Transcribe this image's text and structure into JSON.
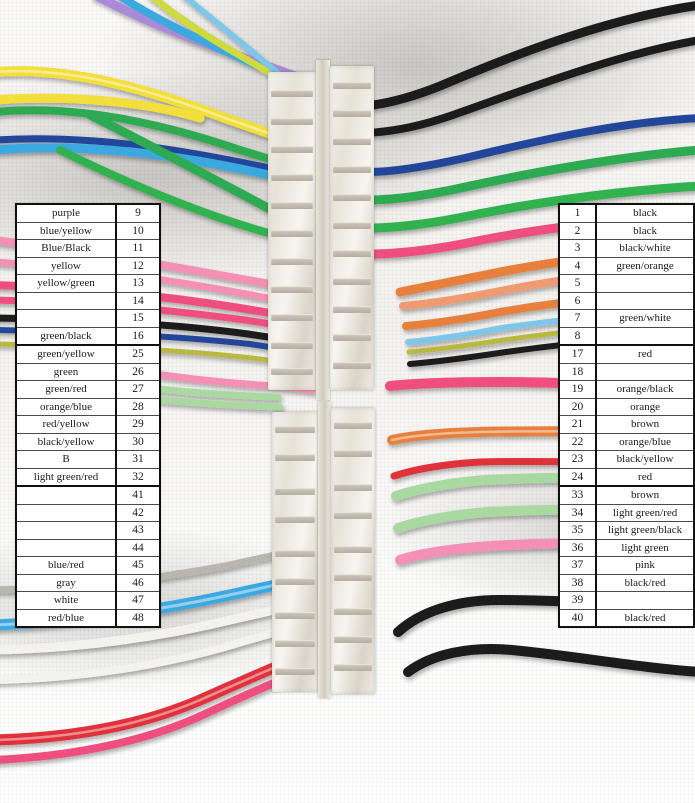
{
  "image": {
    "kind": "automotive-wiring-harness-photo",
    "description": "Photograph of two white multi-pin connector blocks with colored wires, overlaid with two pin-assignment tables"
  },
  "left_table": {
    "name": "left-pin-table",
    "rows": [
      {
        "name": "purple",
        "num": "9",
        "group_end": false
      },
      {
        "name": "blue/yellow",
        "num": "10",
        "group_end": false
      },
      {
        "name": "Blue/Black",
        "num": "11",
        "group_end": false
      },
      {
        "name": "yellow",
        "num": "12",
        "group_end": false
      },
      {
        "name": "yellow/green",
        "num": "13",
        "group_end": false
      },
      {
        "name": "",
        "num": "14",
        "group_end": false
      },
      {
        "name": "",
        "num": "15",
        "group_end": false
      },
      {
        "name": "green/black",
        "num": "16",
        "group_end": true
      },
      {
        "name": "green/yellow",
        "num": "25",
        "group_end": false
      },
      {
        "name": "green",
        "num": "26",
        "group_end": false
      },
      {
        "name": "green/red",
        "num": "27",
        "group_end": false
      },
      {
        "name": "orange/blue",
        "num": "28",
        "group_end": false
      },
      {
        "name": "red/yellow",
        "num": "29",
        "group_end": false
      },
      {
        "name": "black/yellow",
        "num": "30",
        "group_end": false
      },
      {
        "name": "B",
        "num": "31",
        "group_end": false
      },
      {
        "name": "light green/red",
        "num": "32",
        "group_end": true
      },
      {
        "name": "",
        "num": "41",
        "group_end": false
      },
      {
        "name": "",
        "num": "42",
        "group_end": false
      },
      {
        "name": "",
        "num": "43",
        "group_end": false
      },
      {
        "name": "",
        "num": "44",
        "group_end": false
      },
      {
        "name": "blue/red",
        "num": "45",
        "group_end": false
      },
      {
        "name": "gray",
        "num": "46",
        "group_end": false
      },
      {
        "name": "white",
        "num": "47",
        "group_end": false
      },
      {
        "name": "red/blue",
        "num": "48",
        "group_end": false
      }
    ]
  },
  "right_table": {
    "name": "right-pin-table",
    "rows": [
      {
        "num": "1",
        "name": "black",
        "group_end": false
      },
      {
        "num": "2",
        "name": "black",
        "group_end": false
      },
      {
        "num": "3",
        "name": "black/white",
        "group_end": false
      },
      {
        "num": "4",
        "name": "green/orange",
        "group_end": false
      },
      {
        "num": "5",
        "name": "",
        "group_end": false
      },
      {
        "num": "6",
        "name": "",
        "group_end": false
      },
      {
        "num": "7",
        "name": "green/white",
        "group_end": false
      },
      {
        "num": "8",
        "name": "",
        "group_end": true
      },
      {
        "num": "17",
        "name": "red",
        "group_end": false
      },
      {
        "num": "18",
        "name": "",
        "group_end": false
      },
      {
        "num": "19",
        "name": "orange/black",
        "group_end": false
      },
      {
        "num": "20",
        "name": "orange",
        "group_end": false
      },
      {
        "num": "21",
        "name": "brown",
        "group_end": false
      },
      {
        "num": "22",
        "name": "orange/blue",
        "group_end": false
      },
      {
        "num": "23",
        "name": "black/yellow",
        "group_end": false
      },
      {
        "num": "24",
        "name": "red",
        "group_end": true
      },
      {
        "num": "33",
        "name": "brown",
        "group_end": false
      },
      {
        "num": "34",
        "name": "light green/red",
        "group_end": false
      },
      {
        "num": "35",
        "name": "light green/black",
        "group_end": false
      },
      {
        "num": "36",
        "name": "light green",
        "group_end": false
      },
      {
        "num": "37",
        "name": "pink",
        "group_end": false
      },
      {
        "num": "38",
        "name": "black/red",
        "group_end": false
      },
      {
        "num": "39",
        "name": "",
        "group_end": false
      },
      {
        "num": "40",
        "name": "black/red",
        "group_end": false
      }
    ]
  },
  "colors": {
    "purple": "#a98ad6",
    "blue": "#3aa8e0",
    "dark_blue": "#24479a",
    "yellow": "#f2df3a",
    "yellow_green": "#cfd93f",
    "green": "#2faa52",
    "bright_green": "#33b14f",
    "light_green": "#a9d9a0",
    "pink": "#f58fb5",
    "hot_pink": "#ef4f7e",
    "orange": "#e8803c",
    "salmon": "#ef9b72",
    "black": "#1b1b1f",
    "white_wire": "#f3f2ee",
    "gray": "#b9b6b0",
    "red": "#e0313a",
    "olive": "#b9b840",
    "brown": "#6b4a2c",
    "connector_body": "#eceadf"
  }
}
